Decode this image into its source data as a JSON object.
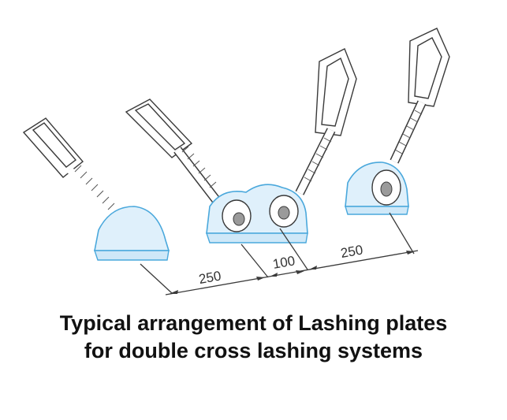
{
  "diagram": {
    "dimensions": [
      "250",
      "100",
      "250"
    ]
  },
  "caption": {
    "line1": "Typical arrangement of Lashing plates",
    "line2": "for double cross lashing systems"
  },
  "colors": {
    "plate_fill": "#dff0fb",
    "plate_stroke": "#4aa8dc",
    "line": "#3a3a3a"
  }
}
